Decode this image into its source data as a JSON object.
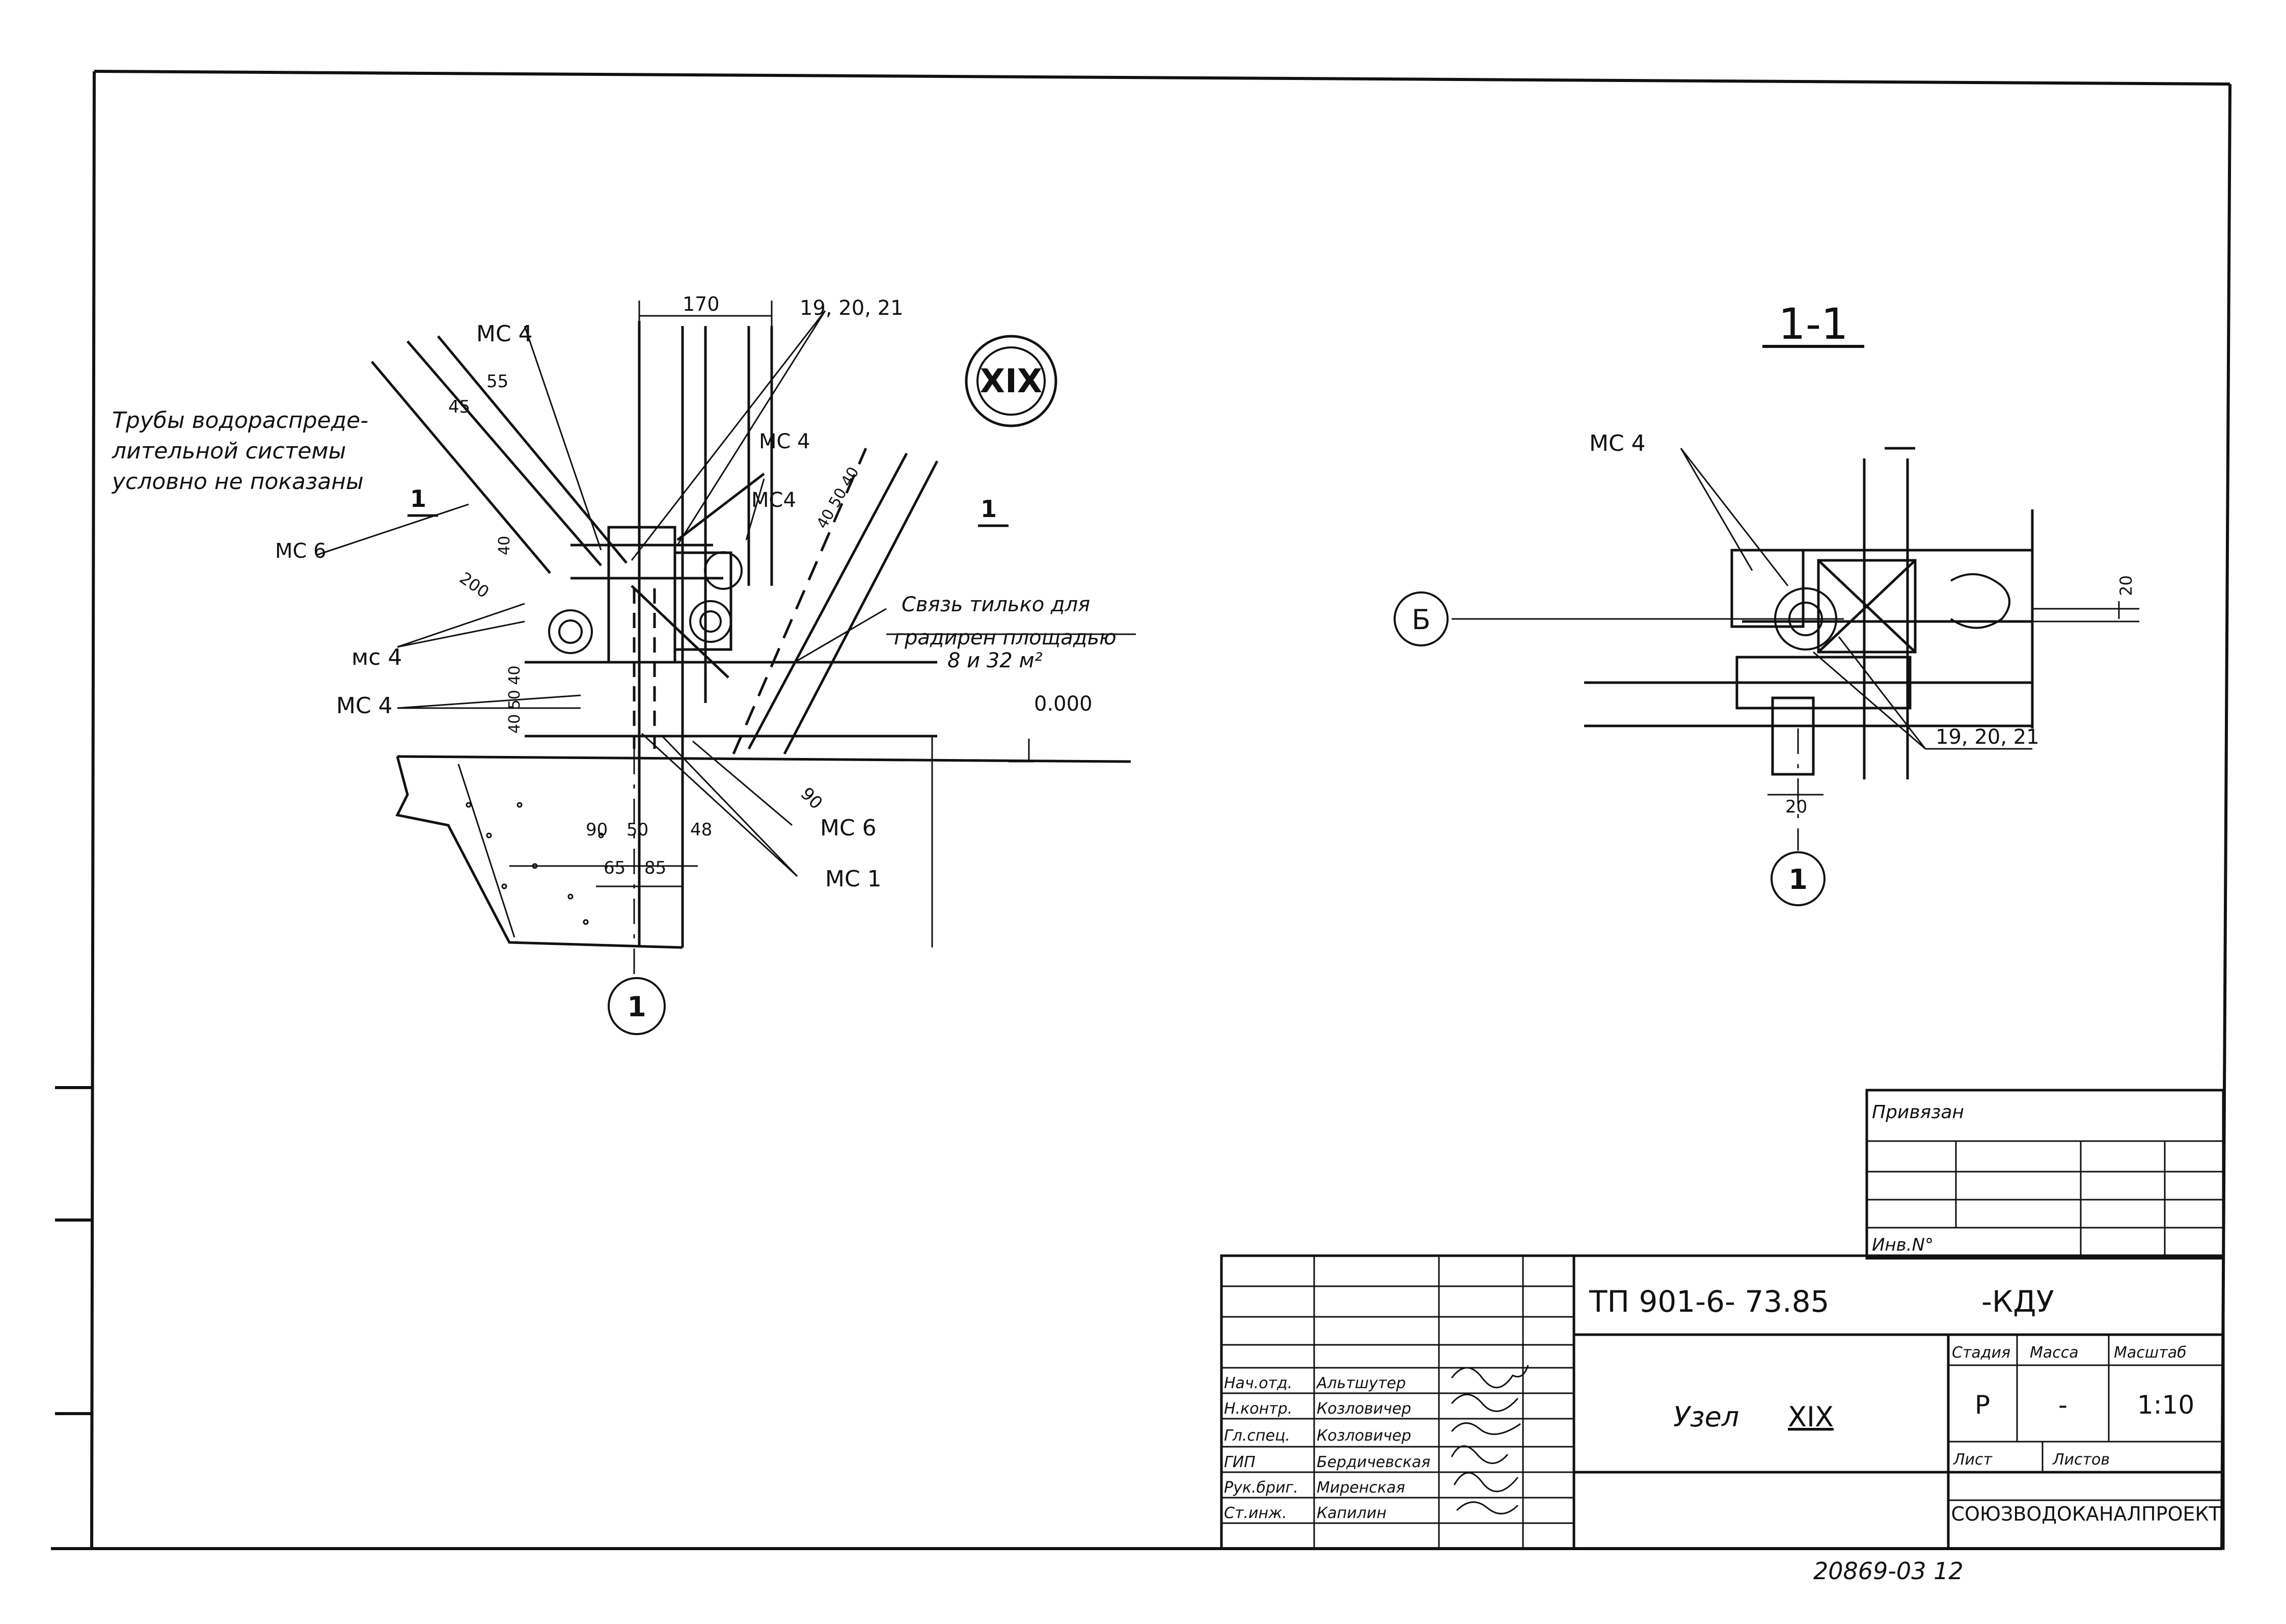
{
  "note_pipes": [
    "Трубы водораспреде-",
    "лительной системы",
    "условно не показаны"
  ],
  "note_bracing": [
    "Связь тилько для",
    "градирен площадью",
    "8 и 32 м²"
  ],
  "node_mark": "XIX",
  "section_title": "1-1",
  "section_marks": [
    "1",
    "1"
  ],
  "axis_label_1": "1",
  "axis_label_b": "Б",
  "labels": {
    "mc4": "МС 4",
    "mc4_short": "МС4",
    "mc4_lower": "мс 4",
    "mc6": "МС 6",
    "mc1": "МС 1",
    "parts": "19, 20, 21",
    "level": "0.000"
  },
  "dims": {
    "d170": "170",
    "d55": "55",
    "d45": "45",
    "d40a": "40",
    "d200": "200",
    "d65": "65",
    "d405040": "40 50 40",
    "d40_50_40v": "40 50 40",
    "d90a": "90",
    "d50": "50",
    "d48": "48",
    "d65b": "65",
    "d85": "85",
    "d90b": "90",
    "d20a": "20",
    "d20b": "20"
  },
  "title_block": {
    "privyazan": "Привязан",
    "inv_no": "Инв.N°",
    "code": "ТП 901-6- 73.85",
    "suffix": "-КДУ",
    "drawing_name": "Узел",
    "drawing_node": "XIX",
    "col_stage": "Стадия",
    "col_mass": "Масса",
    "col_scale": "Масштаб",
    "stage": "Р",
    "mass": "-",
    "scale": "1:10",
    "sheet_label": "Лист",
    "sheets_label": "Листов",
    "organization": "СОЮЗВОДОКАНАЛПРОЕКТ",
    "staff": [
      {
        "role": "Нач.отд.",
        "name": "Альтшутер"
      },
      {
        "role": "Н.контр.",
        "name": "Козловичер"
      },
      {
        "role": "Гл.спец.",
        "name": "Козловичер"
      },
      {
        "role": "ГИП",
        "name": "Бердичевская"
      },
      {
        "role": "Рук.бриг.",
        "name": "Миренская"
      },
      {
        "role": "Ст.инж.",
        "name": "Капилин"
      }
    ]
  },
  "footer_number": "20869-03  12"
}
